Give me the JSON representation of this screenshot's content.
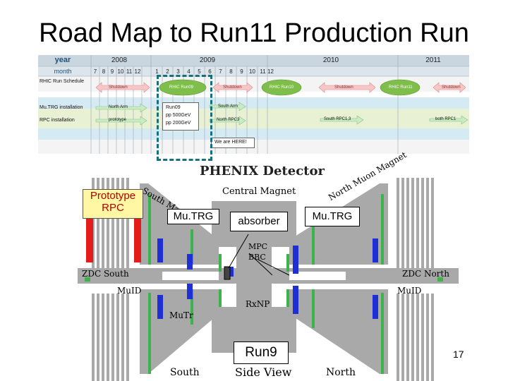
{
  "slide": {
    "title": "Road Map to Run11 Production Run",
    "page_number": "17"
  },
  "schedule": {
    "header_year": "year",
    "header_month": "month",
    "years": [
      "2008",
      "2009",
      "2010",
      "2011"
    ],
    "months": [
      "7",
      "8",
      "9",
      "10",
      "11",
      "12",
      "1",
      "2",
      "3",
      "4",
      "5",
      "6",
      "7",
      "8",
      "9",
      "10",
      "11",
      "12"
    ],
    "rows": [
      "RHIC Run Schedule",
      "Mu.TRG installation",
      "RPC installation"
    ],
    "run_row": [
      "Shutdown",
      "RHIC Run09",
      "Shutdown",
      "RHIC Run10",
      "Shutdown",
      "RHIC Run11",
      "Shutdown"
    ],
    "mutrg_row": [
      "North Arm",
      "South Arm"
    ],
    "rpc_row": [
      "prototype",
      "North RPC3",
      "South RPC1,3",
      "both RPC1"
    ],
    "run9_box": [
      "Run09",
      "pp 500GeV",
      "pp 200GeV"
    ],
    "we_are_here": "We are HERE!"
  },
  "detector": {
    "title": "PHENIX Detector",
    "central_magnet": "Central Magnet",
    "south_magnet": "South Magnet",
    "north_magnet": "North Muon Magnet",
    "zdc_south": "ZDC South",
    "zdc_north": "ZDC North",
    "muid_left": "MuID",
    "muid_right": "MuID",
    "mutr": "MuTr",
    "mpc": "MPC",
    "bbc": "BBC",
    "rxnp": "RxNP",
    "south": "South",
    "side_view": "Side View",
    "north": "North"
  },
  "callouts": {
    "prototype_rpc": "Prototype RPC",
    "mutrg_left": "Mu.TRG",
    "absorber": "absorber",
    "mutrg_right": "Mu.TRG",
    "run9": "Run9"
  },
  "colors": {
    "gray": "#a9a9a9",
    "green": "#3cb44b",
    "blue": "#1f2fd6",
    "red": "#e31b1b",
    "dashed_box": "#17707a",
    "row_blue": "#d6eaf4",
    "row_green": "#e8f1d4"
  }
}
